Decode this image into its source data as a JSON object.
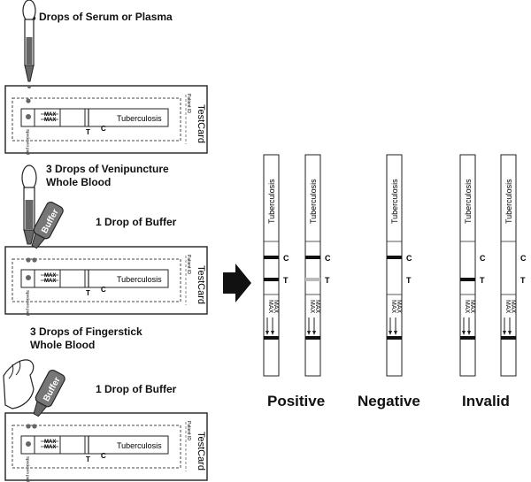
{
  "steps": [
    {
      "line1": "3 Drops of Serum or Plasma",
      "line2": ""
    },
    {
      "line1": "3 Drops of Venipuncture",
      "line2": "Whole Blood",
      "buffer_note": "1 Drop of Buffer"
    },
    {
      "line1": "3 Drops of Fingerstick",
      "line2": "Whole Blood",
      "buffer_note": "1 Drop of Buffer"
    }
  ],
  "card": {
    "title": "TestCard",
    "strip_label": "Tuberculosis",
    "control_mark": "C",
    "test_mark": "T",
    "max_label": "MAX",
    "patient_label": "Patient ID",
    "sample_pad_label": "Specimen pad"
  },
  "bottle_label": "Buffer",
  "strips": [
    {
      "label": "Tuberculosis",
      "control_mark": "C",
      "test_mark": "T",
      "max_label": "MAX",
      "control_line": "solid",
      "test_line": "solid"
    },
    {
      "label": "Tuberculosis",
      "control_mark": "C",
      "test_mark": "T",
      "max_label": "MAX",
      "control_line": "solid",
      "test_line": "faint"
    },
    {
      "label": "Tuberculosis",
      "control_mark": "C",
      "test_mark": "T",
      "max_label": "MAX",
      "control_line": "solid",
      "test_line": "none"
    },
    {
      "label": "Tuberculosis",
      "control_mark": "C",
      "test_mark": "T",
      "max_label": "MAX",
      "control_line": "none",
      "test_line": "solid"
    },
    {
      "label": "Tuberculosis",
      "control_mark": "C",
      "test_mark": "T",
      "max_label": "MAX",
      "control_line": "none",
      "test_line": "none"
    }
  ],
  "results": {
    "positive": "Positive",
    "negative": "Negative",
    "invalid": "Invalid"
  },
  "colors": {
    "line": "#111111",
    "faint_line": "#bbbbbb",
    "sample": "#666666"
  }
}
